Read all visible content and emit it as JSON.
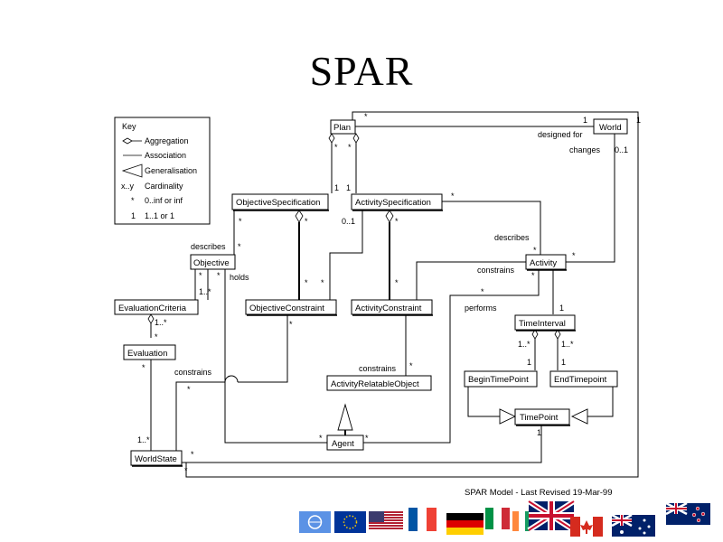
{
  "title": "SPAR",
  "caption": "SPAR Model - Last Revised 19-Mar-99",
  "key": {
    "heading": "Key",
    "rows": [
      {
        "symbol": "",
        "text": "Aggregation"
      },
      {
        "symbol": "",
        "text": "Association"
      },
      {
        "symbol": "",
        "text": "Generalisation"
      },
      {
        "symbol": "x..y",
        "text": "Cardinality"
      },
      {
        "symbol": "*",
        "text": "0..inf or inf"
      },
      {
        "symbol": "1",
        "text": "1..1 or 1"
      }
    ]
  },
  "classes": {
    "plan": "Plan",
    "world": "World",
    "objective_spec": "ObjectiveSpecification",
    "activity_spec": "ActivitySpecification",
    "objective": "Objective",
    "activity": "Activity",
    "evaluation_criteria": "EvaluationCriteria",
    "objective_constraint": "ObjectiveConstraint",
    "activity_constraint": "ActivityConstraint",
    "time_interval": "TimeInterval",
    "evaluation": "Evaluation",
    "begin_timepoint": "BeginTimePoint",
    "end_timepoint": "EndTimepoint",
    "activity_relatable_object": "ActivityRelatableObject",
    "time_point": "TimePoint",
    "agent": "Agent",
    "world_state": "WorldState"
  },
  "associations": {
    "designed_for": "designed for",
    "changes": "changes",
    "describes_activity": "describes",
    "describes_objective": "describes",
    "holds": "holds",
    "constrains_activity": "constrains",
    "performs": "performs",
    "constrains_object": "constrains",
    "constrains_worldstate": "constrains"
  },
  "cardinalities": {
    "plan_top_star": "*",
    "plan_world_1": "1",
    "world_right_1": "1",
    "world_changes": "0..1",
    "plan_left_star": "*",
    "plan_right_star": "*",
    "objspec_1": "1",
    "actspec_1": "1",
    "actspec_right_star": "*",
    "actspec_zero_one": "0..1",
    "objspec_star_a": "*",
    "objspec_star_b": "*",
    "actspec_star": "*",
    "describes_star_a": "*",
    "describes_star_b": "*",
    "activity_star": "*",
    "objective_star_a": "*",
    "objective_star_b": "*",
    "objective_one_star": "1..*",
    "oc_star_a": "*",
    "oc_star_b": "*",
    "ac_star": "*",
    "activity_star_b": "*",
    "act_perf_star": "*",
    "activity_one": "1",
    "ti_1a": "1",
    "ti_1b": "1",
    "ti_one_star_a": "1..*",
    "ti_one_star_b": "1..*",
    "ec_one_star": "1..*",
    "ec_star": "*",
    "evaluation_star": "*",
    "oc_bottom_star": "*",
    "constrains_star": "*",
    "aro_star": "*",
    "agent_star_l": "*",
    "agent_star_r": "*",
    "tp_one": "1",
    "ws_one_star": "1..*",
    "ws_star_a": "*",
    "ws_star_b": "*"
  },
  "flags": [
    "UN",
    "EU",
    "USA",
    "France",
    "Italy",
    "Germany",
    "Ireland",
    "United Kingdom",
    "Canada",
    "Australia",
    "New Zealand"
  ]
}
